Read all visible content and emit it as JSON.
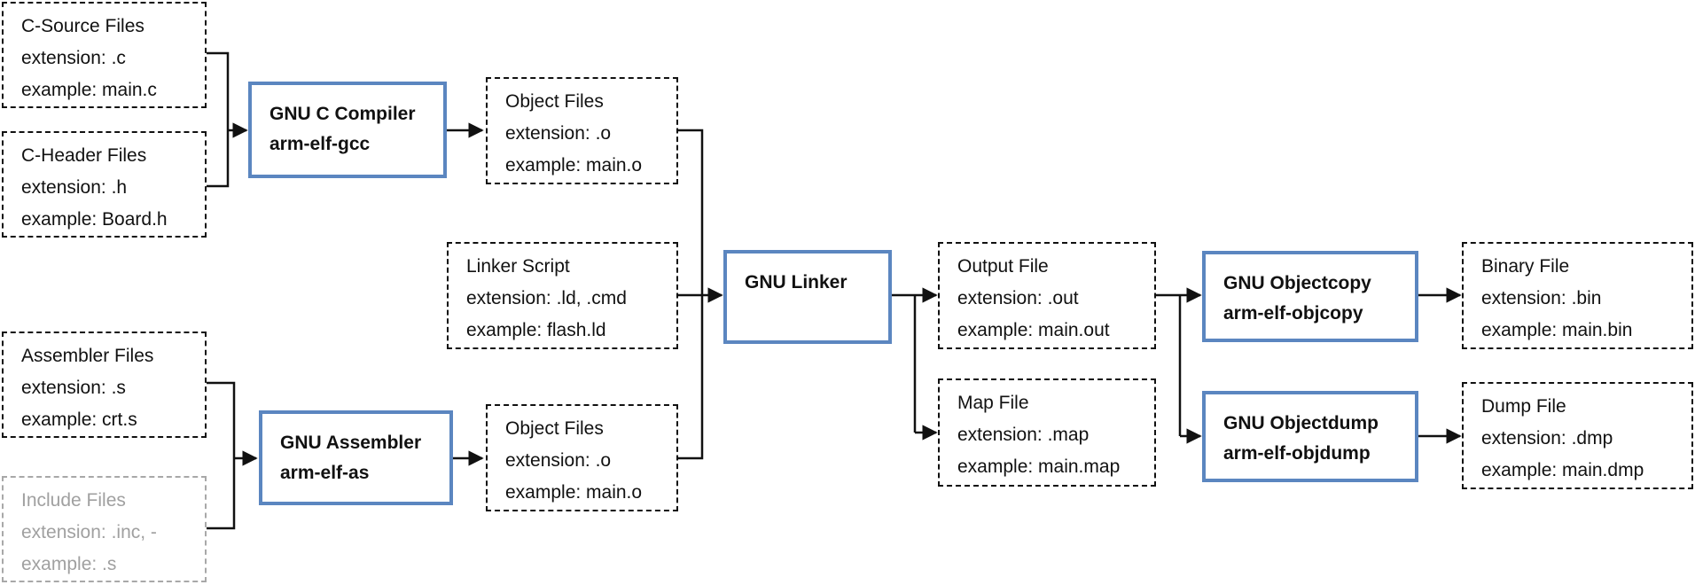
{
  "inputs": {
    "c_source": {
      "title": "C-Source Files",
      "ext": "extension: .c",
      "example": "example: main.c"
    },
    "c_header": {
      "title": "C-Header Files",
      "ext": "extension: .h",
      "example": "example: Board.h"
    },
    "assembler": {
      "title": "Assembler Files",
      "ext": "extension: .s",
      "example": "example: crt.s"
    },
    "include": {
      "title": "Include Files",
      "ext": "extension: .inc, -",
      "example": "example: .s"
    }
  },
  "tools": {
    "gcc": {
      "name": "GNU C Compiler",
      "cmd": "arm-elf-gcc"
    },
    "as": {
      "name": "GNU Assembler",
      "cmd": "arm-elf-as"
    },
    "linker": {
      "name": "GNU Linker"
    },
    "objcopy": {
      "name": "GNU Objectcopy",
      "cmd": "arm-elf-objcopy"
    },
    "objdump": {
      "name": "GNU Objectdump",
      "cmd": "arm-elf-objdump"
    }
  },
  "intermediates": {
    "obj_c": {
      "title": "Object Files",
      "ext": "extension: .o",
      "example": "example: main.o"
    },
    "linker_script": {
      "title": "Linker Script",
      "ext": "extension: .ld, .cmd",
      "example": "example: flash.ld"
    },
    "obj_as": {
      "title": "Object Files",
      "ext": "extension: .o",
      "example": "example: main.o"
    }
  },
  "outputs": {
    "out": {
      "title": "Output File",
      "ext": "extension: .out",
      "example": "example: main.out"
    },
    "map": {
      "title": "Map File",
      "ext": "extension: .map",
      "example": "example: main.map"
    },
    "bin": {
      "title": "Binary File",
      "ext": "extension: .bin",
      "example": "example: main.bin"
    },
    "dmp": {
      "title": "Dump File",
      "ext": "extension: .dmp",
      "example": "example: main.dmp"
    }
  },
  "colors": {
    "tool_border": "#5b86c0",
    "line": "#111111",
    "muted": "#a0a0a0"
  }
}
